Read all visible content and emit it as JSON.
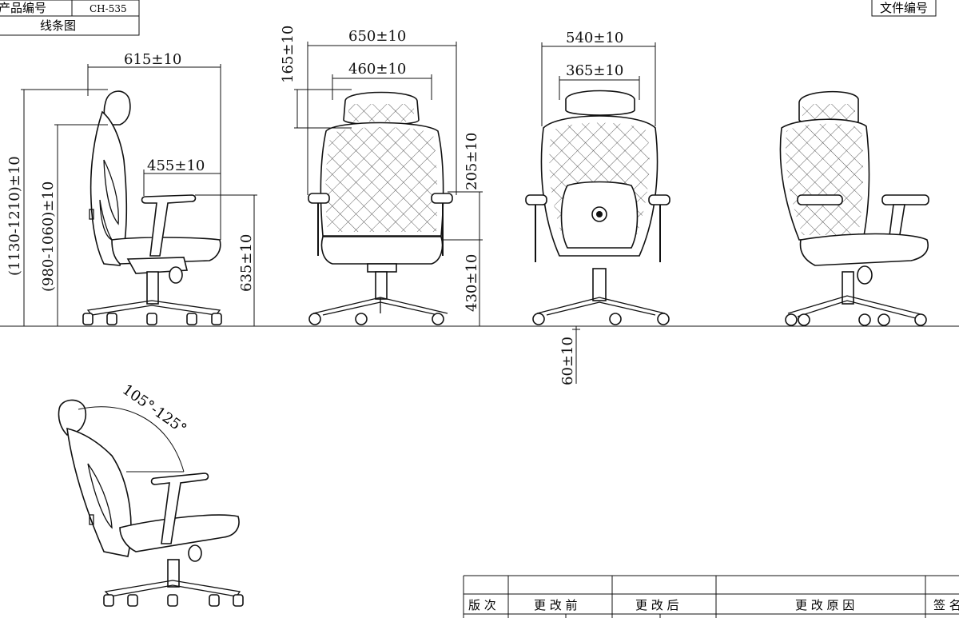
{
  "title_block": {
    "product_no_label": "产品编号",
    "product_no_value": "CH-535",
    "drawing_type": "线条图",
    "doc_no_label": "文件编号"
  },
  "dimensions": {
    "side_depth": "615±10",
    "side_seat_depth": "455±10",
    "side_total_height": "(1130-1210)±10",
    "side_back_height": "(980-1060)±10",
    "side_arm_height": "635±10",
    "front_headrest_h": "165±10",
    "front_width": "650±10",
    "front_headrest_w": "460±10",
    "front_back_h": "205±10",
    "front_seat_h": "430±10",
    "gas_lift": "60±10",
    "back_width": "540±10",
    "back_headrest_w": "365±10",
    "recline_angle": "105°-125°"
  },
  "revision_table": {
    "headers": [
      "版 次",
      "更 改 前",
      "更 改 后",
      "更 改 原 因",
      "签 名"
    ]
  }
}
